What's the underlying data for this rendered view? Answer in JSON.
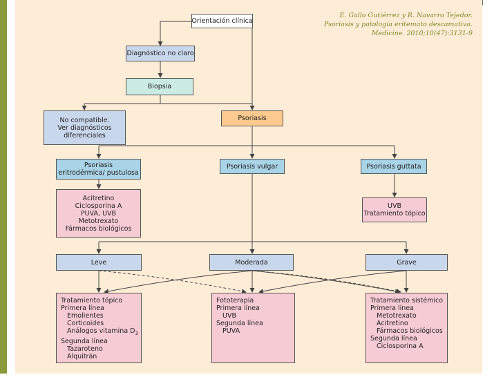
{
  "citation": [
    "E. Gallo Gutiérrez y R. Navarro Tejedor.",
    "Psoriasis y patología eritemato descamativa.",
    "Medicine. 2010;10(47):3131-9"
  ],
  "nodes": {
    "orientacion": "Orientación clínica",
    "diagnostico": "Diagnóstico no claro",
    "biopsia": "Biopsia",
    "no_compatible": [
      "No compatible.",
      "Ver diagnósticos",
      "diferenciales"
    ],
    "psoriasis": "Psoriasis",
    "eritrodermica": [
      "Psoriasis",
      "eritrodérmica/ pustulosa"
    ],
    "vulgar": "Psoriasis vulgar",
    "guttata": "Psoriasis guttata",
    "tratamiento_eritro": [
      "Acitretino",
      "Ciclosporina A",
      "PUVA, UVB",
      "Metotrexato",
      "Fármacos biológicos"
    ],
    "tratamiento_guttata": [
      "UVB",
      "Tratamiento tópico"
    ],
    "leve": "Leve",
    "moderada": "Moderada",
    "grave": "Grave",
    "tratamiento_leve": {
      "l1": "Tratamiento tópico",
      "l2": "Primera línea",
      "l3": "Emolientes",
      "l4": "Corticoides",
      "l5": "Análogos vitamina D",
      "l5_sub": "3",
      "l6": "Segunda línea",
      "l7": "Tazaroteno",
      "l8": "Alquitrán"
    },
    "tratamiento_moderada": [
      "Fototerapia",
      "Primera línea",
      "UVB",
      "Segunda línea",
      "PUVA"
    ],
    "tratamiento_grave": [
      "Tratamiento sistémico",
      "Primera línea",
      "Metotrexato",
      "Acitretino",
      "Fármacos biológicos",
      "Segunda línea",
      "Ciclosporina A"
    ]
  },
  "colors": {
    "background": "#fdecd6",
    "grey_box": "#dcdcdc",
    "blue_box": "#c9d7ec",
    "teal_box": "#a9d3e6",
    "pink_box": "#f7cbd4",
    "orange_box": "#fcc98e",
    "citation": "#7a8a2a"
  }
}
